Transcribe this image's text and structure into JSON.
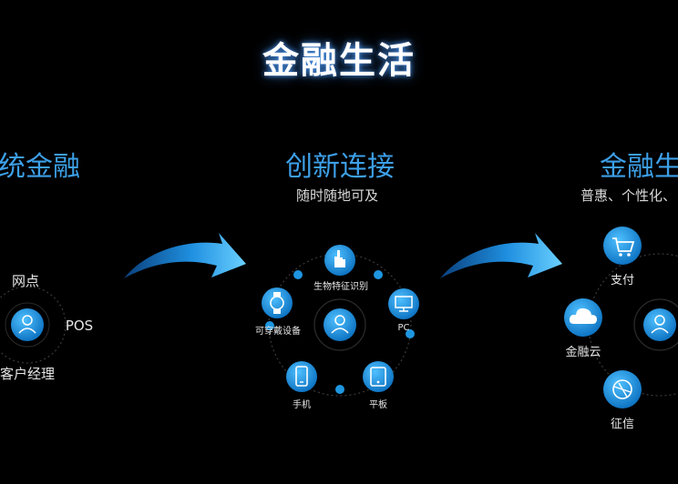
{
  "title": "金融生活",
  "colors": {
    "accent": "#3da0e8",
    "node": "#1e96e0",
    "background": "#000000"
  },
  "sections": {
    "traditional": {
      "title": "统金融",
      "labels": {
        "outlet": "网点",
        "pos": "POS",
        "manager": "客户经理"
      }
    },
    "innovative": {
      "title": "创新连接",
      "subtitle": "随时随地可及",
      "labels": {
        "biometric": "生物特征识别",
        "pc": "PC",
        "wearable": "可穿戴设备",
        "phone": "手机",
        "tablet": "平板"
      }
    },
    "life": {
      "title": "金融生",
      "subtitle": "普惠、个性化、",
      "labels": {
        "pay": "支付",
        "cloud": "金融云",
        "credit": "征信"
      }
    }
  },
  "icons": {
    "center_user": "user-icon",
    "biometric": "hand-icon",
    "pc": "monitor-icon",
    "wearable": "smartwatch-icon",
    "phone": "smartphone-icon",
    "tablet": "tablet-icon",
    "pay": "shopping-cart-icon",
    "cloud": "cloud-icon",
    "credit": "globe-plane-icon"
  }
}
